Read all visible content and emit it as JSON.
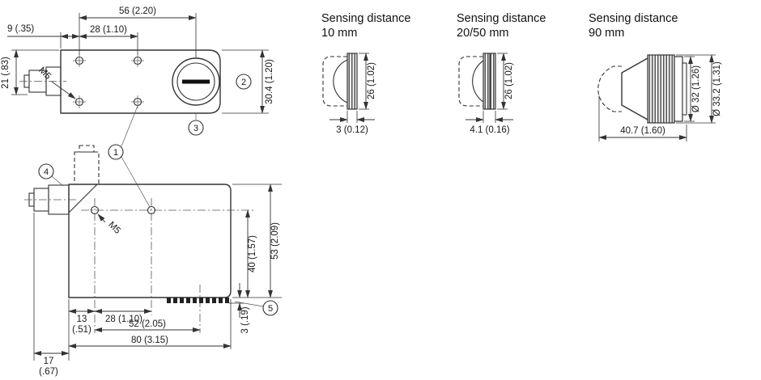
{
  "colors": {
    "line": "#333333",
    "text": "#1a1a1a",
    "background": "#ffffff"
  },
  "drawing": {
    "callout_1": "1",
    "top_view": {
      "dim_56": "56 (2.20)",
      "dim_28": "28 (1.10)",
      "dim_9": "9 (.35)",
      "dim_21": "21 (.83)",
      "dim_30_4": "30.4 (1.20)",
      "thread_label": "M5",
      "callout_2": "2",
      "callout_3": "3"
    },
    "side_view": {
      "dim_40": "40 (1.57)",
      "dim_53": "53 (2.09)",
      "dim_13_mm": "13",
      "dim_13_in": "(.51)",
      "dim_28": "28 (1.10)",
      "dim_52": "52 (2.05)",
      "dim_80": "80 (3.15)",
      "dim_17_mm": "17",
      "dim_17_in": "(.67)",
      "dim_3": "3 (.19)",
      "thread_label": "M5",
      "callout_4": "4",
      "callout_5": "5"
    },
    "lenses": [
      {
        "title1": "Sensing distance",
        "title2": "10 mm",
        "dim_diameter": "26 (1.02)",
        "dim_depth": "3 (0.12)"
      },
      {
        "title1": "Sensing distance",
        "title2": "20/50 mm",
        "dim_diameter": "26 (1.02)",
        "dim_depth": "4.1 (0.16)"
      },
      {
        "title1": "Sensing distance",
        "title2": "90 mm",
        "dim_d32": "Ø 32 (1.26)",
        "dim_d33": "Ø 33.2 (1.31)",
        "dim_depth": "40.7 (1.60)"
      }
    ]
  }
}
